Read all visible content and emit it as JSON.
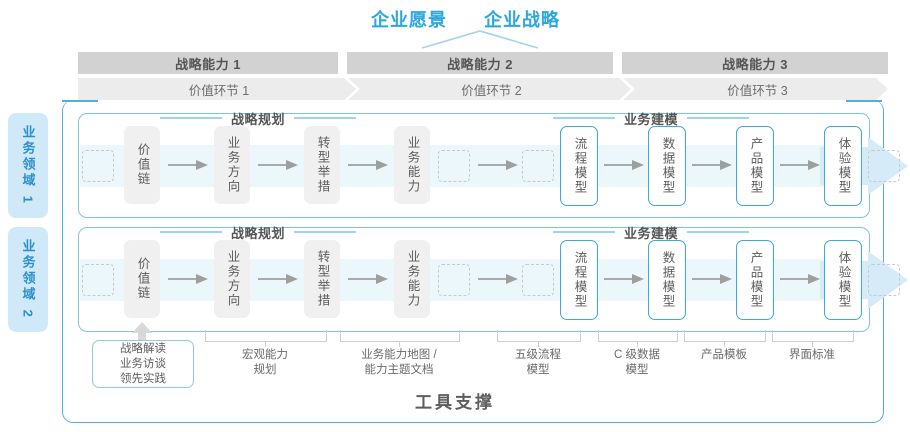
{
  "header": {
    "vision": "企业愿景",
    "strategy": "企业战略"
  },
  "capabilities": [
    {
      "label": "战略能力 1"
    },
    {
      "label": "战略能力 2"
    },
    {
      "label": "战略能力 3"
    }
  ],
  "value_chain": [
    {
      "label": "价值环节 1"
    },
    {
      "label": "价值环节 2"
    },
    {
      "label": "价值环节 3"
    }
  ],
  "domains": [
    {
      "label": "业务领域 1"
    },
    {
      "label": "业务领域 2"
    }
  ],
  "sections": {
    "planning": "战略规划",
    "modeling": "业务建模"
  },
  "nodes": {
    "planning": [
      {
        "label": "价值链"
      },
      {
        "label": "业务方向"
      },
      {
        "label": "转型举措"
      },
      {
        "label": "业务能力"
      }
    ],
    "modeling": [
      {
        "label": "流程模型"
      },
      {
        "label": "数据模型"
      },
      {
        "label": "产品模型"
      },
      {
        "label": "体验模型"
      }
    ]
  },
  "deliverables": [
    {
      "label": "战略解读\n业务访谈\n领先实践"
    },
    {
      "label": "宏观能力\n规划"
    },
    {
      "label": "业务能力地图 /\n能力主题文档"
    },
    {
      "label": "五级流程\n模型"
    },
    {
      "label": "C 级数据\n模型"
    },
    {
      "label": "产品模板"
    },
    {
      "label": "界面标准"
    }
  ],
  "footer": {
    "title": "工具支撑"
  },
  "colors": {
    "accent": "#2ba6df",
    "band": "#ecf7fc",
    "band_head": "#d5ecf8",
    "bar_strong": "#d2d2d2",
    "bar_light": "#ececec",
    "badge_bg": "#cfe9f8",
    "node_gray": "#f0f0f0",
    "node_blue_border": "#3ea7dc"
  }
}
